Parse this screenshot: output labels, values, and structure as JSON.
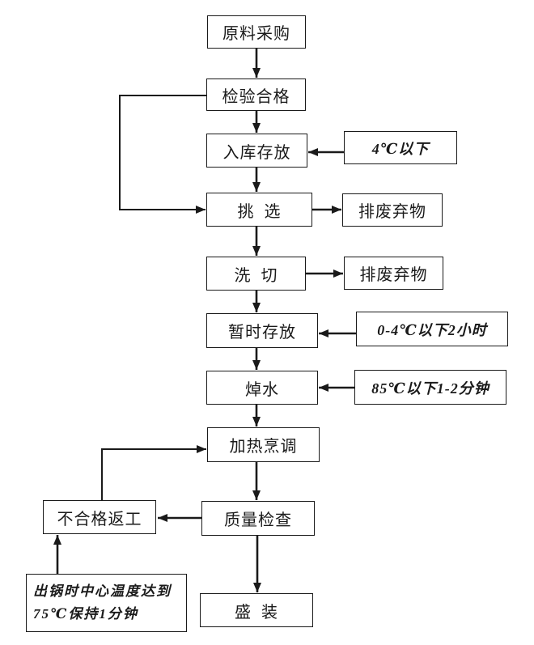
{
  "flowchart": {
    "background_color": "#ffffff",
    "line_color": "#1a1a1a",
    "nodes": {
      "raw_material_purchase": "原料采购",
      "inspection_passed": "检验合格",
      "warehouse_storage": "入库存放",
      "sorting": "挑  选",
      "washing_cutting": "洗  切",
      "temporary_storage": "暂时存放",
      "blanching": "焯水",
      "heating_cooking": "加热烹调",
      "quality_inspection": "质量检查",
      "plating": "盛  装",
      "rework_unqualified": "不合格返工"
    },
    "annotations": {
      "storage_temp": "4℃以下",
      "waste_discharge_1": "排废弃物",
      "waste_discharge_2": "排废弃物",
      "temp_hold_limit": "0-4℃以下2小时",
      "blanch_temp_time": "85℃以下1-2分钟",
      "core_temp_line1": "出锅时中心温度达到",
      "core_temp_line2": "75℃保持1分钟"
    }
  }
}
